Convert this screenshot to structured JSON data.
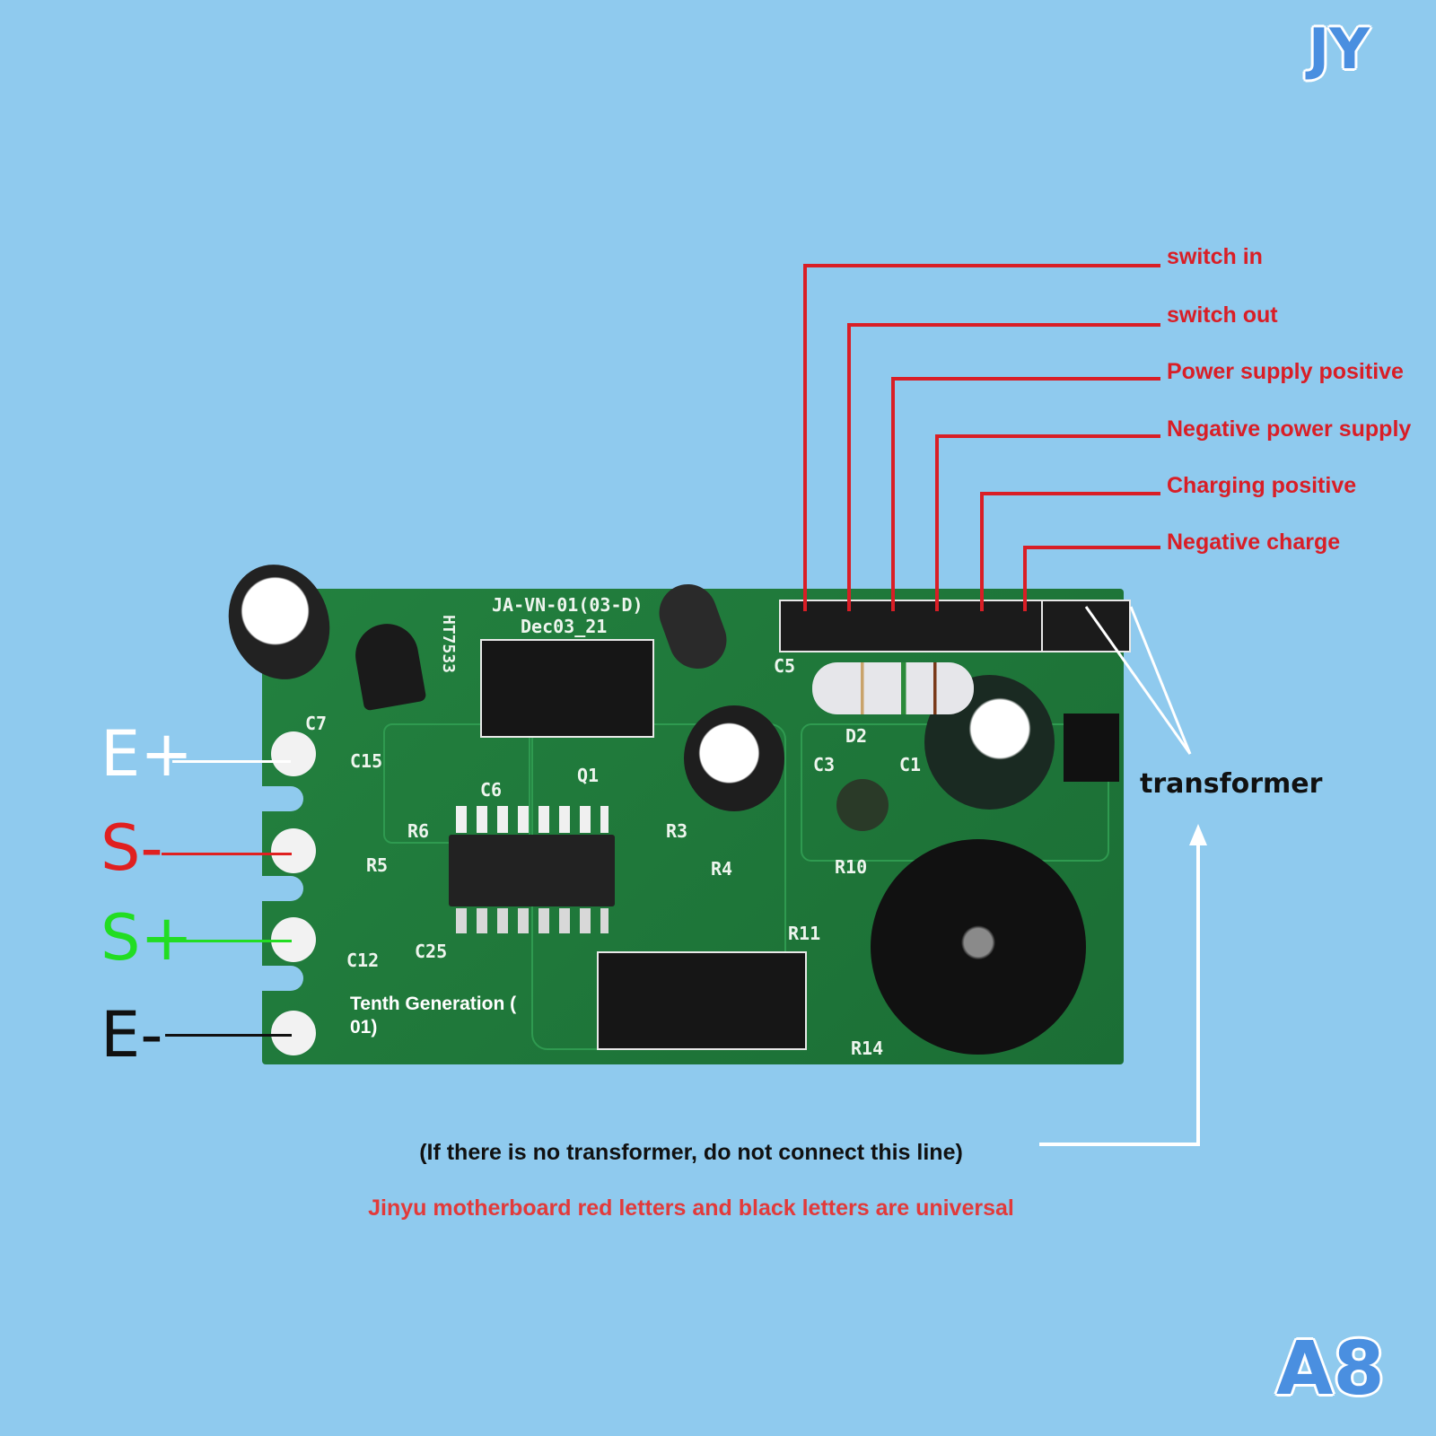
{
  "brand": {
    "logo_text": "JY",
    "model_badge": "A8"
  },
  "colors": {
    "background": "#8fcaee",
    "pcb": "#1f7a3a",
    "label_red": "#d91e26",
    "logo_blue": "#4a8fe0",
    "s_plus_green": "#22dd22"
  },
  "connector_pins": [
    {
      "label": "switch in"
    },
    {
      "label": "switch out"
    },
    {
      "label": "Power supply positive"
    },
    {
      "label": "Negative power supply"
    },
    {
      "label": "Charging positive"
    },
    {
      "label": "Negative charge"
    }
  ],
  "battery_terminals": [
    {
      "label": "E+",
      "color": "#ffffff"
    },
    {
      "label": "S-",
      "color": "#e02020"
    },
    {
      "label": "S+",
      "color": "#22dd22"
    },
    {
      "label": "E-",
      "color": "#111111"
    }
  ],
  "transformer": {
    "label": "transformer"
  },
  "board": {
    "model_line1": "JA-VN-01(03-D)",
    "model_line2": "Dec03_21",
    "regulator": "HT7533",
    "generation_note": "Tenth Generation ( 01)",
    "silkscreen": [
      "C7",
      "C15",
      "C6",
      "Q1",
      "R6",
      "R5",
      "C12",
      "C25",
      "C3",
      "C1",
      "D2",
      "C5",
      "R3",
      "R4",
      "R10",
      "R11",
      "R14"
    ]
  },
  "notes": {
    "transformer_note": "(If there is no transformer, do not connect this line)",
    "universal_note": "Jinyu motherboard red letters and black letters are universal"
  }
}
